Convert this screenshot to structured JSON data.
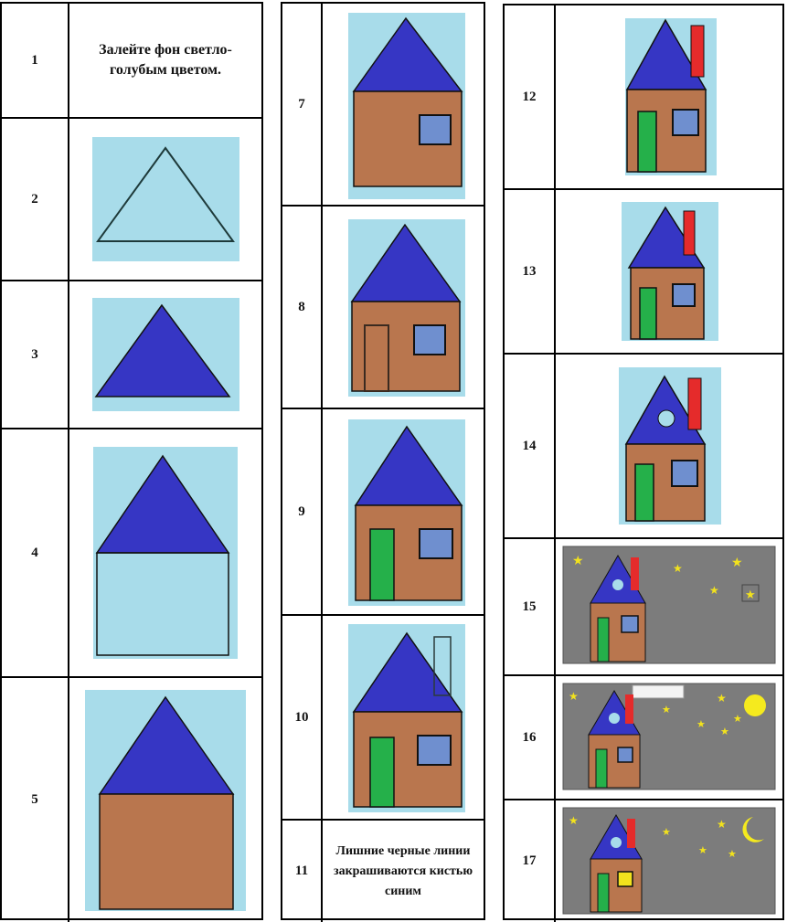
{
  "colors": {
    "sky": "#a8dcea",
    "roof": "#3636c4",
    "wall": "#b9764e",
    "window": "#6f8fcf",
    "door": "#25b04a",
    "chimney": "#e52b2b",
    "night": "#7c7c7c",
    "star": "#f2e21d",
    "moon": "#f5ea1e"
  },
  "steps": [
    {
      "num": "1",
      "text": "Залейте фон светло-голубым цветом."
    },
    {
      "num": "2"
    },
    {
      "num": "3"
    },
    {
      "num": "4"
    },
    {
      "num": "5"
    },
    {
      "num": "7"
    },
    {
      "num": "8"
    },
    {
      "num": "9"
    },
    {
      "num": "10"
    },
    {
      "num": "11",
      "text": "Лишние черные линии закрашиваются кистью синим"
    },
    {
      "num": "12"
    },
    {
      "num": "13"
    },
    {
      "num": "14"
    },
    {
      "num": "15"
    },
    {
      "num": "16"
    },
    {
      "num": "17"
    }
  ]
}
